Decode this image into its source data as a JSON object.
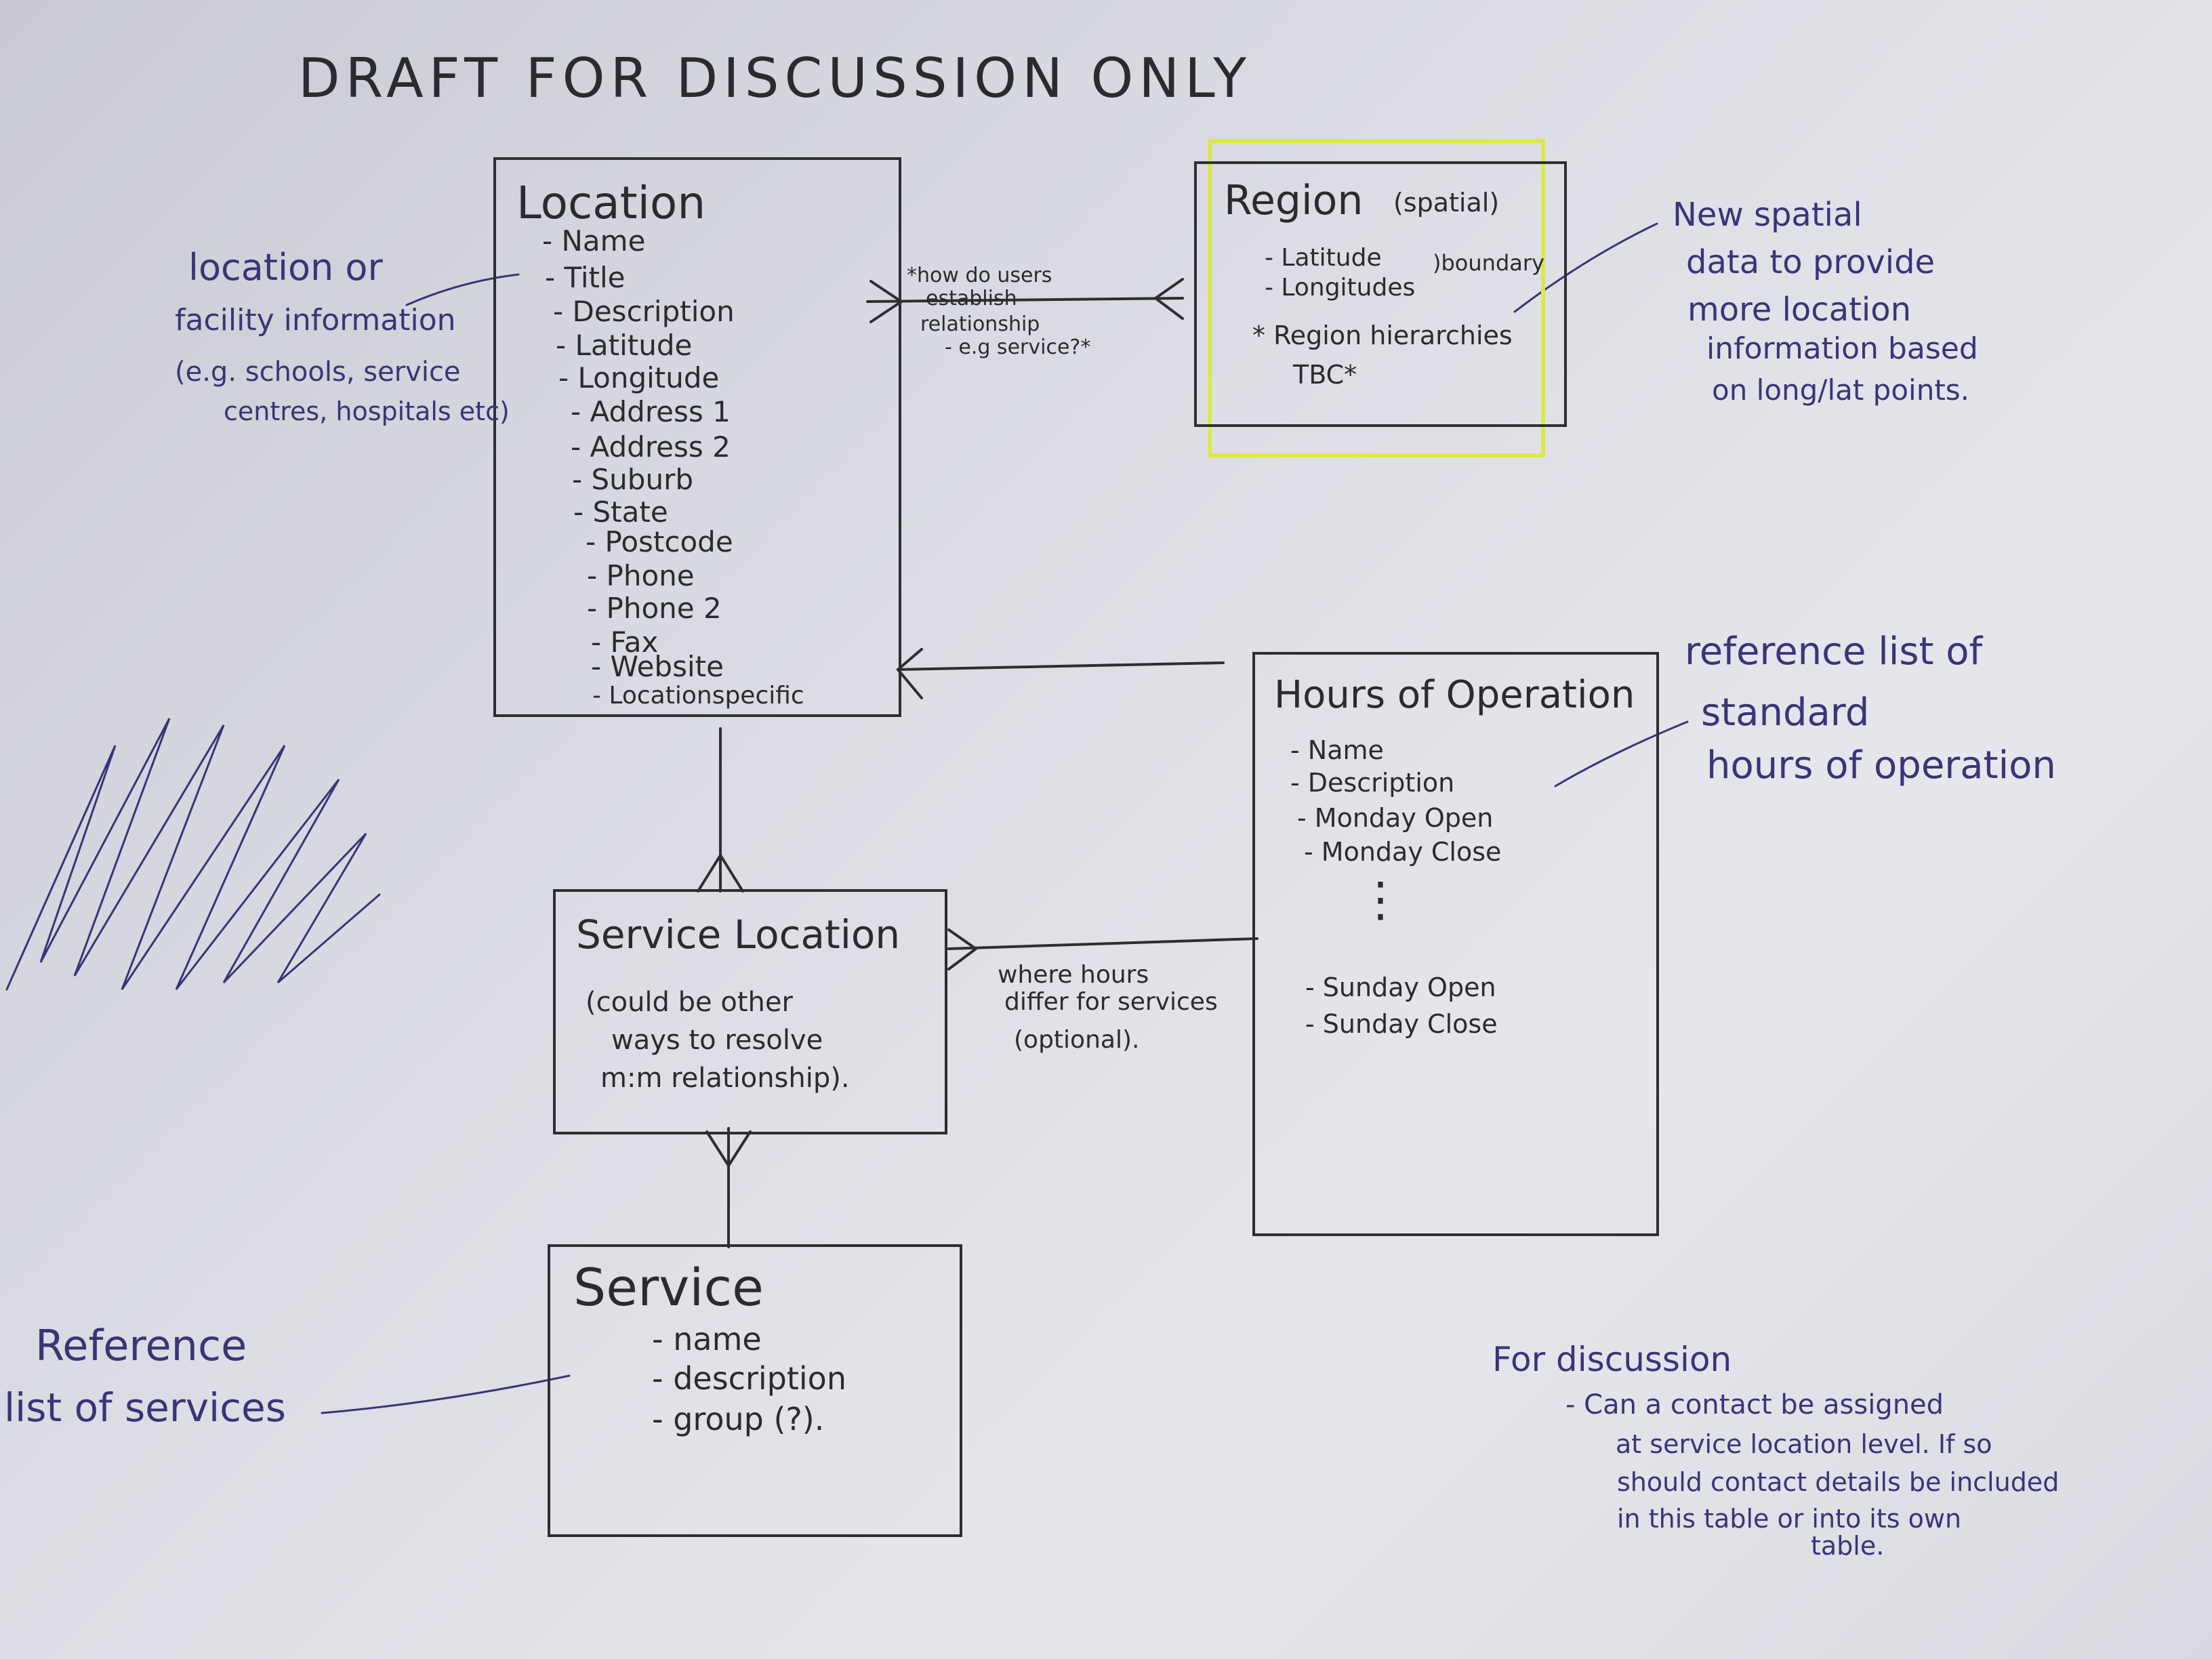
{
  "title": "DRAFT FOR DISCUSSION ONLY",
  "entities": {
    "location": {
      "title": "Location",
      "fields": [
        "- Name",
        "- Title",
        "- Description",
        "- Latitude",
        "- Longitude",
        "- Address 1",
        "- Address 2",
        "- Suburb",
        "- State",
        "- Postcode",
        "- Phone",
        "- Phone 2",
        "- Fax",
        "- Website",
        "- Locationspecific"
      ]
    },
    "region": {
      "title": "Region",
      "subtitle": "(spatial)",
      "fields": [
        "- Latitude",
        "- Longitudes"
      ],
      "bounding": ")boundary",
      "notes": [
        "* Region hierarchies",
        "TBC*"
      ]
    },
    "hours": {
      "title": "Hours of Operation",
      "fields": [
        "- Name",
        "- Description",
        "- Monday Open",
        "- Monday Close"
      ],
      "ellipsis": "⋮",
      "fields_end": [
        "- Sunday Open",
        "- Sunday Close"
      ]
    },
    "service_location": {
      "title": "Service Location",
      "lines": [
        "(could be other",
        "ways to resolve",
        "m:m relationship)."
      ]
    },
    "service": {
      "title": "Service",
      "fields": [
        "- name",
        "- description",
        "- group (?)."
      ]
    }
  },
  "annotations": {
    "location_info": [
      "location or",
      "facility information",
      "(e.g. schools, service",
      "centres, hospitals etc)"
    ],
    "region_relationship": [
      "*how do users",
      "establish",
      "relationship",
      "- e.g service?*"
    ],
    "spatial_data": [
      "New spatial",
      "data to provide",
      "more location",
      "information based",
      "on long/lat points."
    ],
    "hours_reference": [
      "reference list of",
      "standard",
      "hours of operation"
    ],
    "hours_differ": [
      "where hours",
      "differ for services",
      "(optional)."
    ],
    "services_reference": [
      "Reference",
      "list of services"
    ],
    "discussion": [
      "For discussion",
      "- Can a contact be assigned",
      "at service location level. If so",
      "should contact details be included",
      "in this table or into its own",
      "table."
    ]
  },
  "colors": {
    "ink": "#2e2e32",
    "blue_ink": "#3a3478",
    "highlight": "#dce84a"
  }
}
